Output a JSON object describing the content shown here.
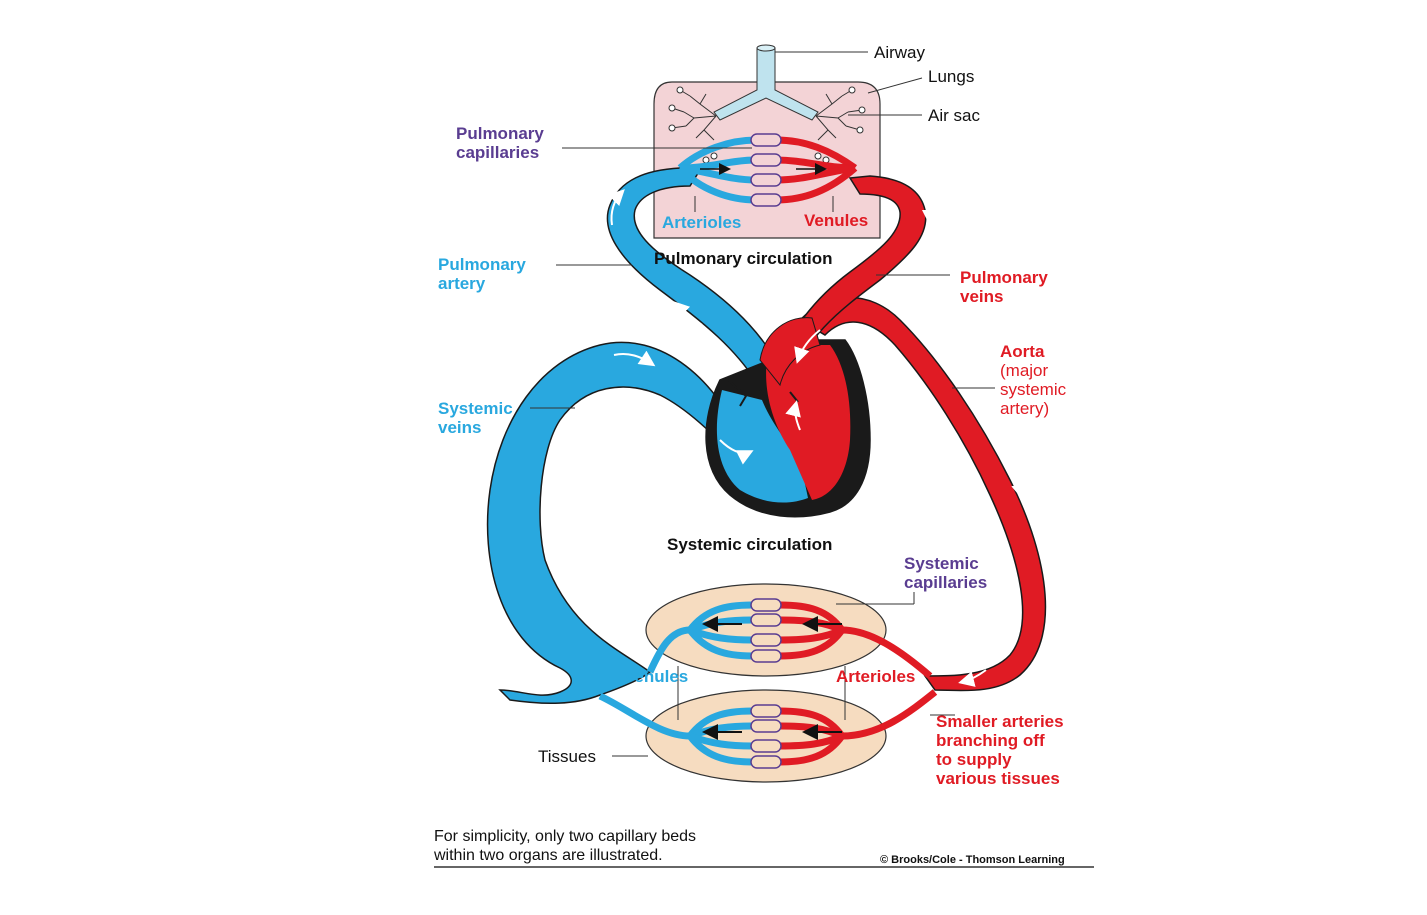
{
  "labels": {
    "airway": "Airway",
    "lungs": "Lungs",
    "air_sac": "Air sac",
    "pulmonary_capillaries": [
      "Pulmonary",
      "capillaries"
    ],
    "arterioles_top": "Arterioles",
    "venules_top": "Venules",
    "pulmonary_circulation": "Pulmonary circulation",
    "pulmonary_artery": [
      "Pulmonary",
      "artery"
    ],
    "pulmonary_veins": [
      "Pulmonary",
      "veins"
    ],
    "aorta": [
      "Aorta",
      "(major",
      "systemic",
      "artery)"
    ],
    "systemic_veins": [
      "Systemic",
      "veins"
    ],
    "systemic_circulation": "Systemic circulation",
    "systemic_capillaries": [
      "Systemic",
      "capillaries"
    ],
    "venules_bottom": "Venules",
    "arterioles_bottom": "Arterioles",
    "smaller_arteries": [
      "Smaller arteries",
      "branching off",
      "to supply",
      "various tissues"
    ],
    "tissues": "Tissues"
  },
  "footnote": [
    "For simplicity, only two capillary beds",
    "within two organs are illustrated."
  ],
  "copyright": "© Brooks/Cole - Thomson Learning",
  "colors": {
    "oxygen_poor_blood": "#29a8df",
    "oxygen_rich_blood": "#e01b24",
    "capillary_label": "#5a3d91",
    "lung_tissue": "#f3d3d6",
    "body_tissue": "#f6dcc0",
    "heart_muscle": "#1a1a1a"
  }
}
